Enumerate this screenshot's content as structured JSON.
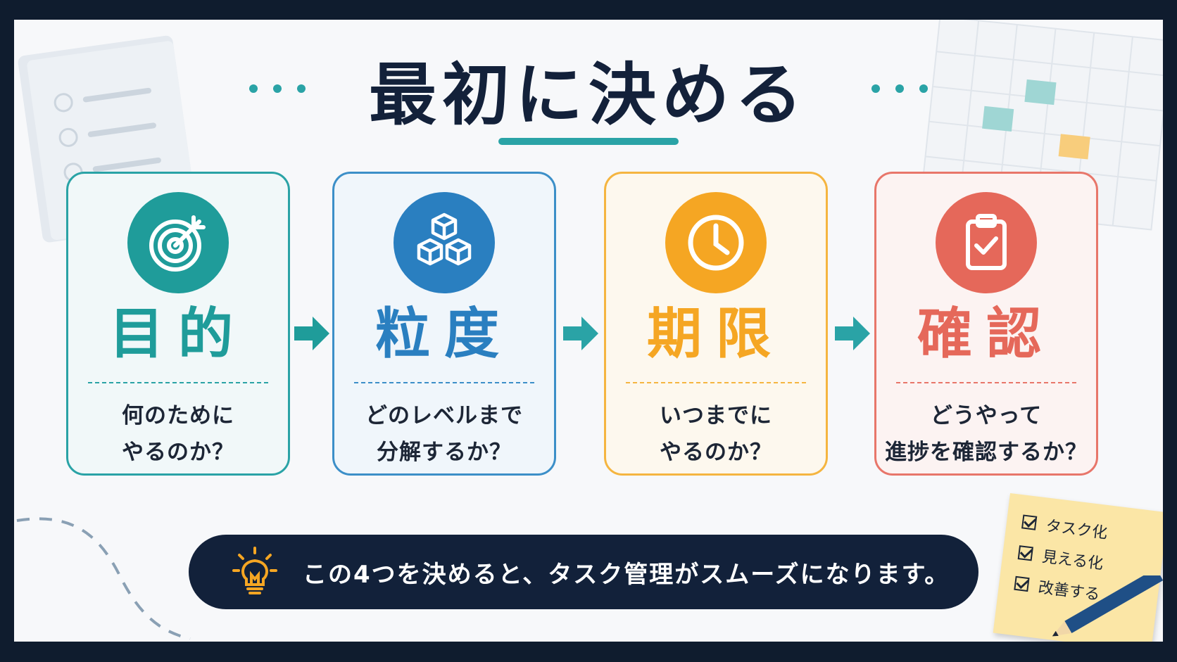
{
  "title": "最初に決める",
  "steps": [
    {
      "label": "目的",
      "desc_line1": "何のために",
      "desc_line2": "やるのか？",
      "color": "#1f9c9a",
      "icon": "target-icon"
    },
    {
      "label": "粒度",
      "desc_line1": "どのレベルまで",
      "desc_line2": "分解するか？",
      "color": "#2a7fc0",
      "icon": "cubes-icon"
    },
    {
      "label": "期限",
      "desc_line1": "いつまでに",
      "desc_line2": "やるのか？",
      "color": "#f5a623",
      "icon": "clock-icon"
    },
    {
      "label": "確認",
      "desc_line1": "どうやって",
      "desc_line2": "進捗を確認するか？",
      "color": "#e5685a",
      "icon": "clipboard-check-icon"
    }
  ],
  "banner": {
    "message": "この4つを決めると、タスク管理がスムーズになります。",
    "icon": "lightbulb-icon"
  },
  "sticky_note": {
    "items": [
      "タスク化",
      "見える化",
      "改善する"
    ]
  },
  "colors": {
    "accent": "#2aa3a6",
    "navy": "#12213a"
  }
}
